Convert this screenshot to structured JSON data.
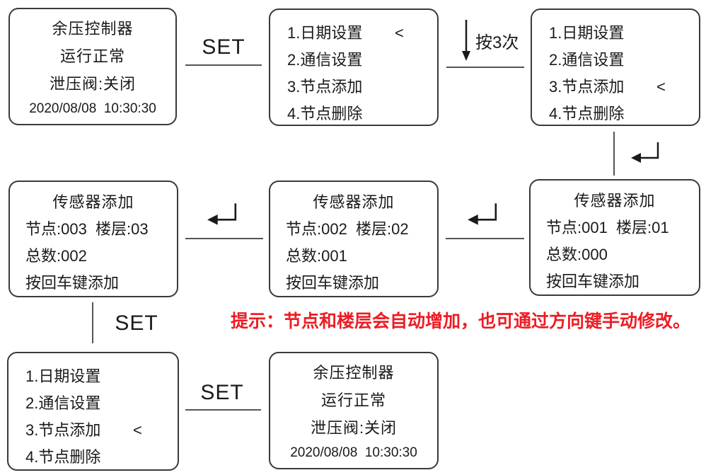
{
  "colors": {
    "red": "#ed1c24",
    "ink": "#1a1a1a",
    "border": "#3a3a3a",
    "line": "#555555"
  },
  "labels": {
    "set": "SET",
    "press3": "按3次"
  },
  "icons": {
    "enter": "enter-key-arrow",
    "down": "down-arrow"
  },
  "note": "提示：节点和楼层会自动增加，也可通过方向键手动修改。",
  "screens": {
    "status_top": {
      "line1": "余压控制器",
      "line2": "运行正常",
      "line3": "泄压阀:关闭",
      "datetime": "2020/08/08  10:30:30"
    },
    "menu_top_mid": {
      "items": [
        {
          "label": "1.日期设置",
          "marker": "<"
        },
        {
          "label": "2.通信设置",
          "marker": ""
        },
        {
          "label": "3.节点添加",
          "marker": ""
        },
        {
          "label": "4.节点删除",
          "marker": ""
        }
      ]
    },
    "menu_top_right": {
      "items": [
        {
          "label": "1.日期设置",
          "marker": ""
        },
        {
          "label": "2.通信设置",
          "marker": ""
        },
        {
          "label": "3.节点添加",
          "marker": "<"
        },
        {
          "label": "4.节点删除",
          "marker": ""
        }
      ]
    },
    "sensor_right": {
      "title": "传感器添加",
      "node_line": "节点:001  楼层:01",
      "total_line": "总数:000",
      "hint_line": "按回车键添加"
    },
    "sensor_mid": {
      "title": "传感器添加",
      "node_line": "节点:002  楼层:02",
      "total_line": "总数:001",
      "hint_line": "按回车键添加"
    },
    "sensor_left": {
      "title": "传感器添加",
      "node_line": "节点:003  楼层:03",
      "total_line": "总数:002",
      "hint_line": "按回车键添加"
    },
    "menu_bottom": {
      "items": [
        {
          "label": "1.日期设置",
          "marker": ""
        },
        {
          "label": "2.通信设置",
          "marker": ""
        },
        {
          "label": "3.节点添加",
          "marker": "<"
        },
        {
          "label": "4.节点删除",
          "marker": ""
        }
      ]
    },
    "status_bottom": {
      "line1": "余压控制器",
      "line2": "运行正常",
      "line3": "泄压阀:关闭",
      "datetime": "2020/08/08  10:30:30"
    }
  }
}
